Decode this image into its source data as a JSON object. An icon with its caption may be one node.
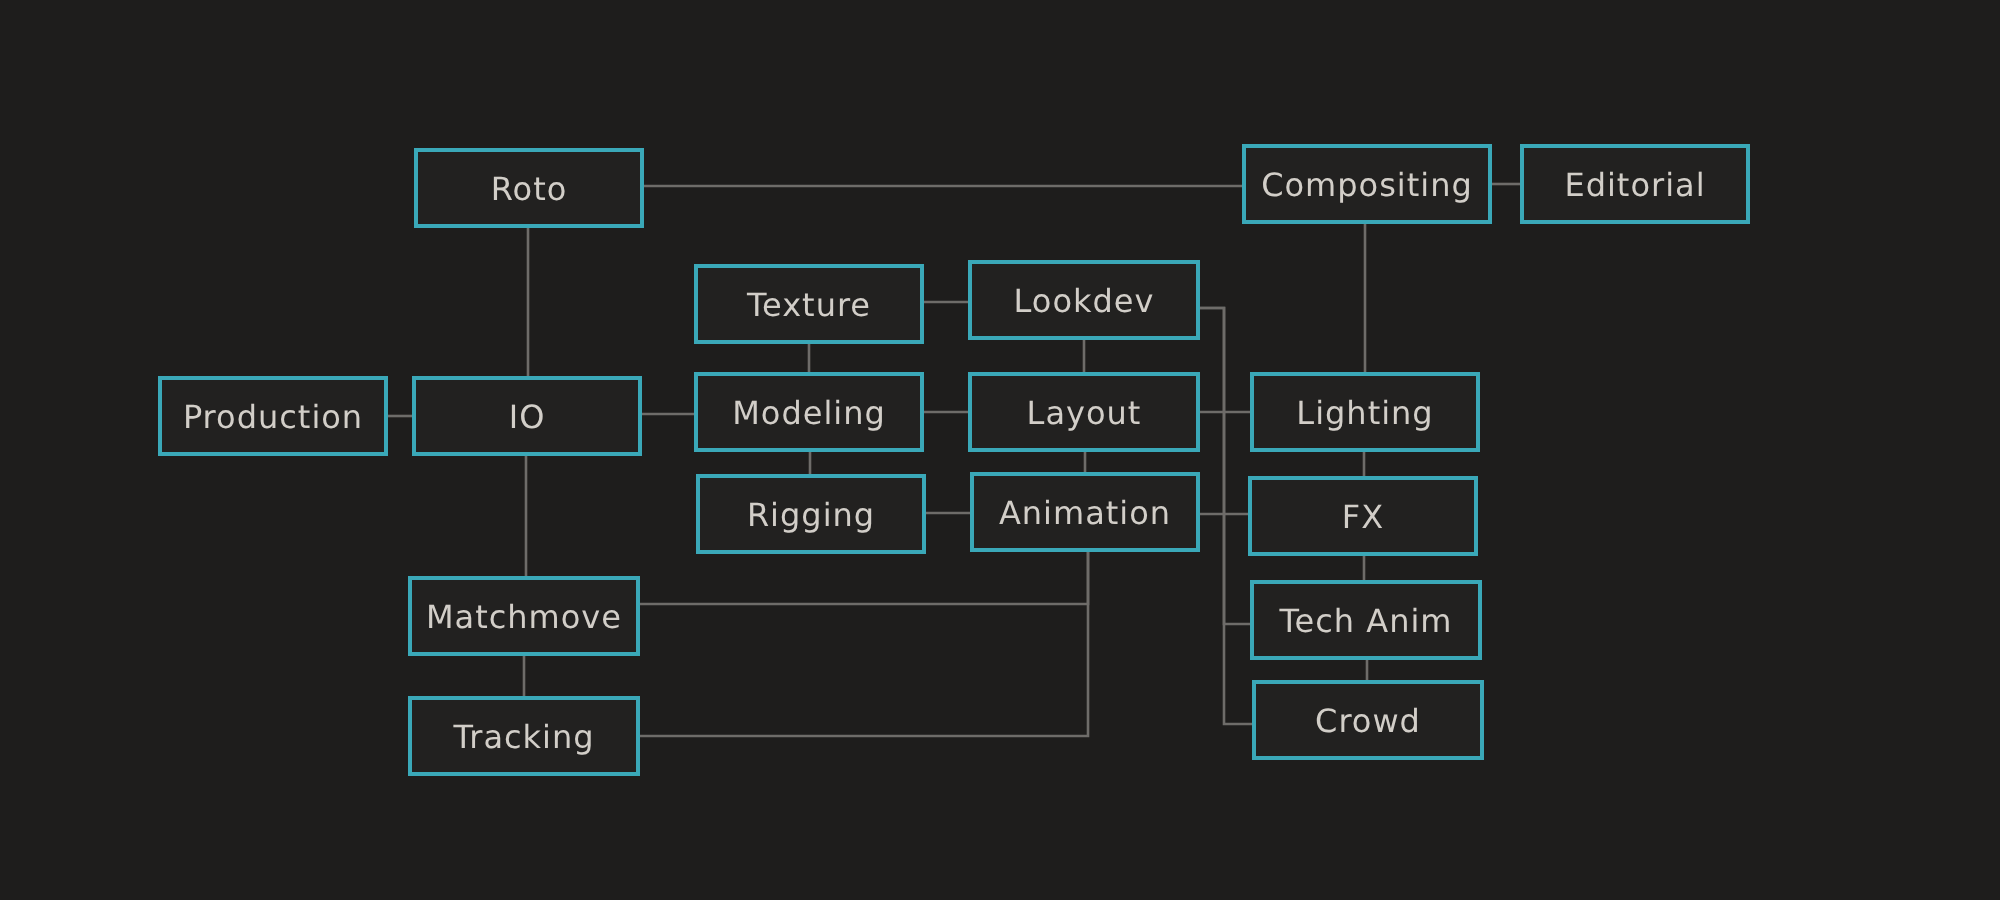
{
  "diagram": {
    "nodes": [
      {
        "text": [
          "Roto"
        ]
      },
      {
        "text": [
          "Compositing"
        ]
      },
      {
        "text": [
          "Editorial"
        ]
      },
      {
        "text": [
          "Texture"
        ]
      },
      {
        "text": [
          "Lookdev"
        ]
      },
      {
        "text": [
          "Production"
        ]
      },
      {
        "text": [
          "IO"
        ]
      },
      {
        "text": [
          "Modeling"
        ]
      },
      {
        "text": [
          "Layout"
        ]
      },
      {
        "text": [
          "Lighting"
        ]
      },
      {
        "text": [
          "Rigging"
        ]
      },
      {
        "text": [
          "Animation"
        ]
      },
      {
        "text": [
          "FX"
        ]
      },
      {
        "text": [
          "Matchmove"
        ]
      },
      {
        "text": [
          "Tech Anim"
        ]
      },
      {
        "text": [
          "Tracking"
        ]
      },
      {
        "text": [
          "Crowd"
        ]
      }
    ],
    "edges": [
      {
        "from": 0,
        "to": 1,
        "arrow": "none"
      },
      {
        "from": 1,
        "to": 2,
        "arrow": "none"
      },
      {
        "from": 0,
        "to": 6,
        "arrow": "none"
      },
      {
        "from": 5,
        "to": 6,
        "arrow": "none"
      },
      {
        "from": 6,
        "to": 7,
        "arrow": "none"
      },
      {
        "from": 6,
        "to": 13,
        "arrow": "none"
      },
      {
        "from": 3,
        "to": 4,
        "arrow": "none"
      },
      {
        "from": 3,
        "to": 7,
        "arrow": "none"
      },
      {
        "from": 7,
        "to": 8,
        "arrow": "none"
      },
      {
        "from": 7,
        "to": 10,
        "arrow": "none"
      },
      {
        "from": 4,
        "to": 8,
        "arrow": "none"
      },
      {
        "from": 8,
        "to": 11,
        "arrow": "none"
      },
      {
        "from": 10,
        "to": 11,
        "arrow": "none"
      },
      {
        "from": 1,
        "to": 9,
        "arrow": "none"
      },
      {
        "from": 8,
        "to": 9,
        "arrow": "none"
      },
      {
        "from": 11,
        "to": 12,
        "arrow": "none"
      },
      {
        "from": 9,
        "to": 12,
        "arrow": "none"
      },
      {
        "from": 12,
        "to": 14,
        "arrow": "none"
      },
      {
        "from": 14,
        "to": 16,
        "arrow": "none"
      },
      {
        "from": 4,
        "to": 14,
        "arrow": "none"
      },
      {
        "from": 4,
        "to": 16,
        "arrow": "none"
      },
      {
        "from": 11,
        "to": 13,
        "arrow": "none"
      },
      {
        "from": 11,
        "to": 15,
        "arrow": "none"
      },
      {
        "from": 13,
        "to": 15,
        "arrow": "none"
      }
    ]
  }
}
